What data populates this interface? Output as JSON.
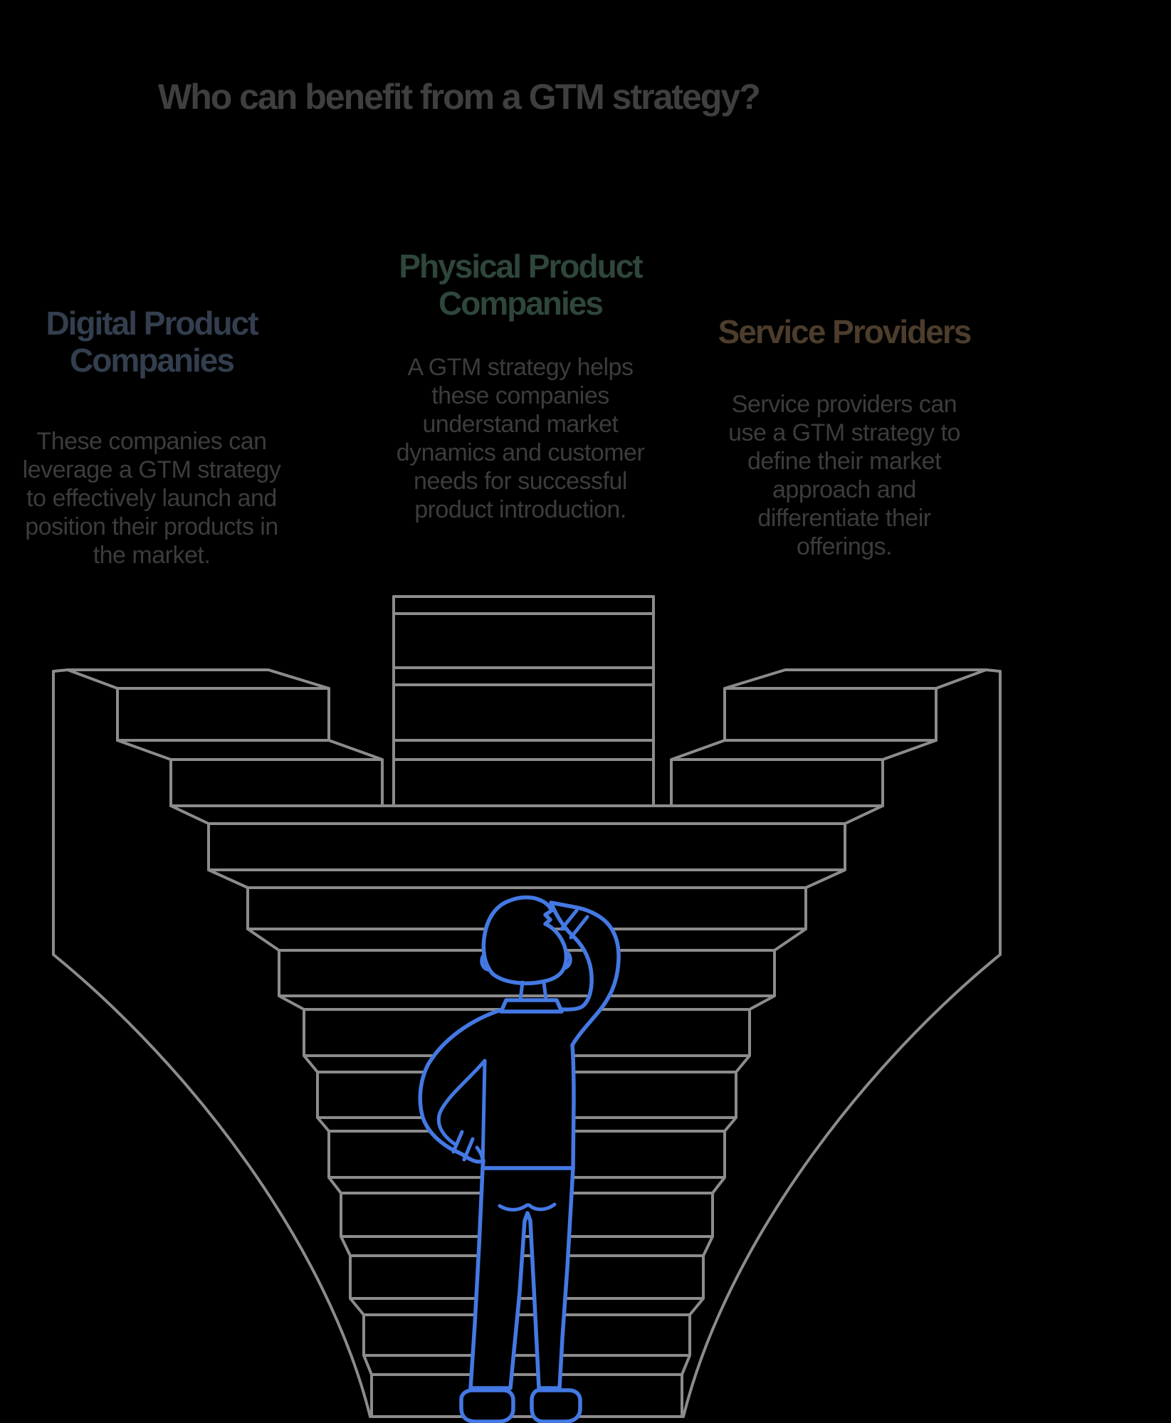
{
  "title": "Who can benefit from a GTM strategy?",
  "columns": [
    {
      "heading": "Digital Product\nCompanies",
      "body": "These companies can\nleverage a GTM strategy\nto effectively launch and\nposition their products in\nthe market."
    },
    {
      "heading": "Physical Product\nCompanies",
      "body": "A GTM strategy helps\nthese companies\nunderstand market\ndynamics and customer\nneeds for successful\nproduct introduction."
    },
    {
      "heading": "Service Providers",
      "body": "Service providers can\nuse a GTM strategy to\ndefine their market\napproach and\ndifferentiate their\nofferings."
    }
  ],
  "colors": {
    "background": "#000000",
    "title": "#3f3f3f",
    "body-text": "#3c3c3c",
    "col1-heading": "#333e4e",
    "col2-heading": "#2f463a",
    "col3-heading": "#4c3d2c",
    "stair-line": "#8c8c8c",
    "person-line": "#4479e4"
  },
  "illustration": {
    "name": "confused-person-looking-up-inverted-staircase"
  }
}
